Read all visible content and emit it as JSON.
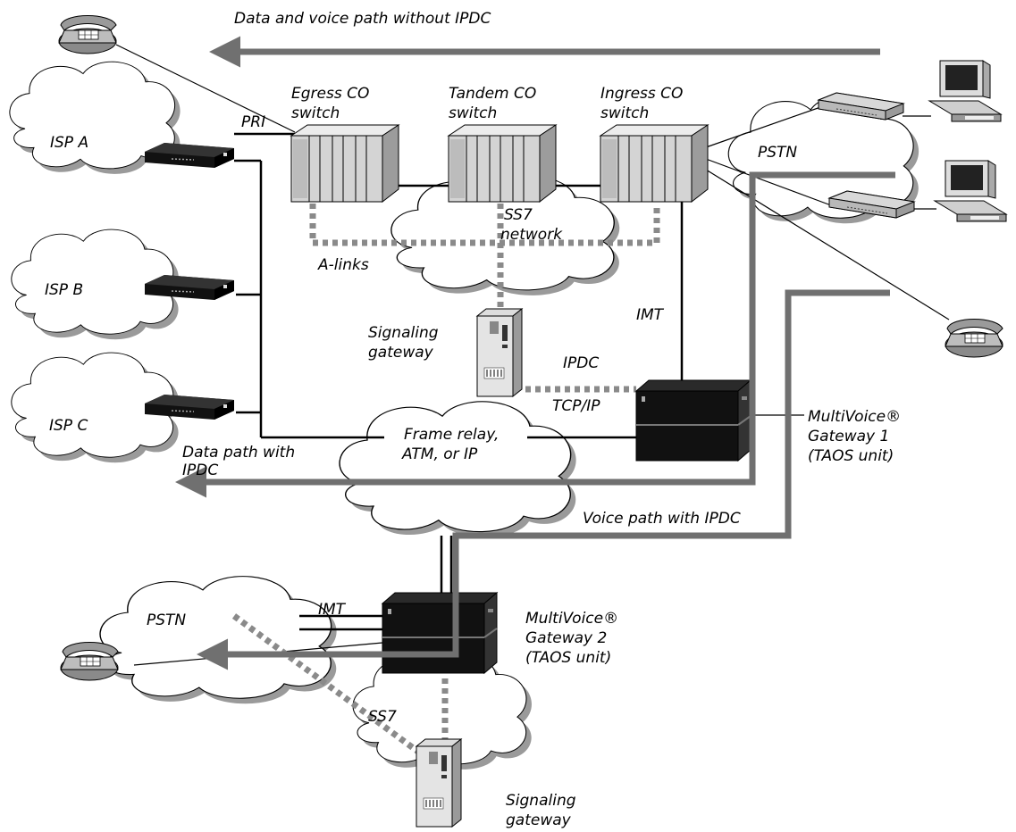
{
  "labels": {
    "top_path": "Data and voice path without IPDC",
    "egress_1": "Egress CO",
    "egress_2": "switch",
    "tandem_1": "Tandem CO",
    "tandem_2": "switch",
    "ingress_1": "Ingress CO",
    "ingress_2": "switch",
    "pri": "PRI",
    "isp_a": "ISP A",
    "isp_b": "ISP B",
    "isp_c": "ISP C",
    "pstn_right": "PSTN",
    "ss7_1": "SS7",
    "ss7_2": "network",
    "alinks": "A-links",
    "imt_top": "IMT",
    "sg_top_1": "Signaling",
    "sg_top_2": "gateway",
    "ipdc": "IPDC",
    "tcpip": "TCP/IP",
    "gw1_1": "MultiVoice®",
    "gw1_2": "Gateway 1",
    "gw1_3": "(TAOS unit)",
    "fr_1": "Frame relay,",
    "fr_2": "ATM, or IP",
    "datapath_1": "Data path with",
    "datapath_2": "IPDC",
    "voicepath": "Voice path with IPDC",
    "pstn_bottom": "PSTN",
    "imt_bottom": "IMT",
    "gw2_1": "MultiVoice®",
    "gw2_2": "Gateway 2",
    "gw2_3": "(TAOS unit)",
    "ss7_bottom": "SS7",
    "sg_bot_1": "Signaling",
    "sg_bot_2": "gateway"
  },
  "colors": {
    "path_arrow": "#707070",
    "cloud_shadow": "#9a9a9a",
    "device_dark": "#1a1a1a",
    "switch_light": "#d4d4d4"
  }
}
